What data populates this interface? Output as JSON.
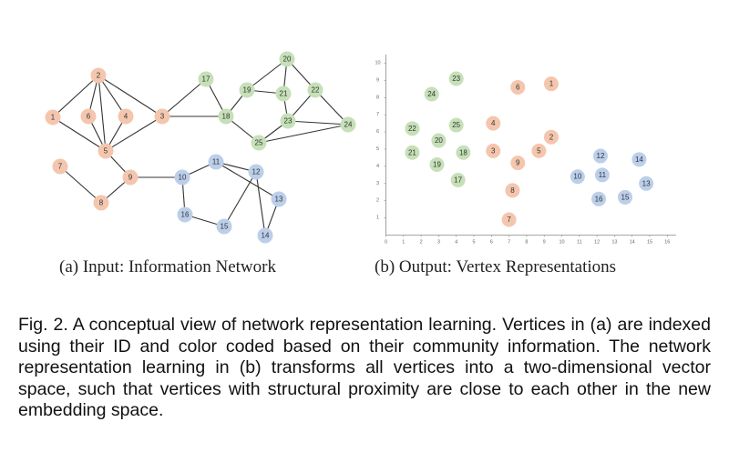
{
  "colors": {
    "orange": "#f4c6ae",
    "green": "#c6e0b8",
    "blue": "#bccfea",
    "edge": "#333333",
    "axis": "#888888"
  },
  "network": {
    "nodes": [
      {
        "id": "1",
        "c": "orange"
      },
      {
        "id": "2",
        "c": "orange"
      },
      {
        "id": "3",
        "c": "orange"
      },
      {
        "id": "4",
        "c": "orange"
      },
      {
        "id": "5",
        "c": "orange"
      },
      {
        "id": "6",
        "c": "orange"
      },
      {
        "id": "7",
        "c": "orange"
      },
      {
        "id": "8",
        "c": "orange"
      },
      {
        "id": "9",
        "c": "orange"
      },
      {
        "id": "10",
        "c": "blue"
      },
      {
        "id": "11",
        "c": "blue"
      },
      {
        "id": "12",
        "c": "blue"
      },
      {
        "id": "13",
        "c": "blue"
      },
      {
        "id": "14",
        "c": "blue"
      },
      {
        "id": "15",
        "c": "blue"
      },
      {
        "id": "16",
        "c": "blue"
      },
      {
        "id": "17",
        "c": "green"
      },
      {
        "id": "18",
        "c": "green"
      },
      {
        "id": "19",
        "c": "green"
      },
      {
        "id": "20",
        "c": "green"
      },
      {
        "id": "21",
        "c": "green"
      },
      {
        "id": "22",
        "c": "green"
      },
      {
        "id": "23",
        "c": "green"
      },
      {
        "id": "24",
        "c": "green"
      },
      {
        "id": "25",
        "c": "green"
      }
    ],
    "edges": [
      [
        "1",
        "2"
      ],
      [
        "1",
        "5"
      ],
      [
        "2",
        "6"
      ],
      [
        "2",
        "4"
      ],
      [
        "2",
        "5"
      ],
      [
        "2",
        "3"
      ],
      [
        "6",
        "5"
      ],
      [
        "4",
        "5"
      ],
      [
        "3",
        "5"
      ],
      [
        "5",
        "9"
      ],
      [
        "7",
        "8"
      ],
      [
        "8",
        "9"
      ],
      [
        "9",
        "10"
      ],
      [
        "3",
        "17"
      ],
      [
        "3",
        "18"
      ],
      [
        "17",
        "18"
      ],
      [
        "18",
        "19"
      ],
      [
        "18",
        "25"
      ],
      [
        "19",
        "20"
      ],
      [
        "19",
        "21"
      ],
      [
        "20",
        "21"
      ],
      [
        "20",
        "22"
      ],
      [
        "21",
        "23"
      ],
      [
        "22",
        "23"
      ],
      [
        "22",
        "24"
      ],
      [
        "23",
        "24"
      ],
      [
        "23",
        "25"
      ],
      [
        "25",
        "24"
      ],
      [
        "10",
        "11"
      ],
      [
        "10",
        "16"
      ],
      [
        "11",
        "12"
      ],
      [
        "11",
        "13"
      ],
      [
        "12",
        "15"
      ],
      [
        "12",
        "14"
      ],
      [
        "16",
        "15"
      ],
      [
        "13",
        "14"
      ]
    ]
  },
  "embedding": {
    "x_ticks": [
      "0",
      "1",
      "2",
      "3",
      "4",
      "5",
      "6",
      "7",
      "8",
      "9",
      "10",
      "11",
      "12",
      "13",
      "14",
      "15",
      "16"
    ],
    "y_ticks": [
      "1",
      "2",
      "3",
      "4",
      "5",
      "6",
      "7",
      "8",
      "9",
      "10"
    ],
    "xlim": [
      0,
      16.5
    ],
    "ylim": [
      0,
      10.5
    ],
    "points": [
      {
        "id": "1",
        "x": 9.4,
        "y": 8.8,
        "c": "orange"
      },
      {
        "id": "2",
        "x": 9.4,
        "y": 5.7,
        "c": "orange"
      },
      {
        "id": "3",
        "x": 6.1,
        "y": 4.9,
        "c": "orange"
      },
      {
        "id": "4",
        "x": 6.1,
        "y": 6.5,
        "c": "orange"
      },
      {
        "id": "5",
        "x": 8.7,
        "y": 4.9,
        "c": "orange"
      },
      {
        "id": "6",
        "x": 7.5,
        "y": 8.6,
        "c": "orange"
      },
      {
        "id": "7",
        "x": 7.0,
        "y": 0.9,
        "c": "orange"
      },
      {
        "id": "8",
        "x": 7.2,
        "y": 2.6,
        "c": "orange"
      },
      {
        "id": "9",
        "x": 7.5,
        "y": 4.2,
        "c": "orange"
      },
      {
        "id": "10",
        "x": 10.9,
        "y": 3.4,
        "c": "blue"
      },
      {
        "id": "11",
        "x": 12.3,
        "y": 3.5,
        "c": "blue"
      },
      {
        "id": "12",
        "x": 12.2,
        "y": 4.6,
        "c": "blue"
      },
      {
        "id": "13",
        "x": 14.8,
        "y": 3.0,
        "c": "blue"
      },
      {
        "id": "14",
        "x": 14.4,
        "y": 4.4,
        "c": "blue"
      },
      {
        "id": "15",
        "x": 13.6,
        "y": 2.2,
        "c": "blue"
      },
      {
        "id": "16",
        "x": 12.1,
        "y": 2.1,
        "c": "blue"
      },
      {
        "id": "17",
        "x": 4.1,
        "y": 3.2,
        "c": "green"
      },
      {
        "id": "18",
        "x": 4.4,
        "y": 4.8,
        "c": "green"
      },
      {
        "id": "19",
        "x": 2.9,
        "y": 4.1,
        "c": "green"
      },
      {
        "id": "20",
        "x": 3.0,
        "y": 5.5,
        "c": "green"
      },
      {
        "id": "21",
        "x": 1.5,
        "y": 4.8,
        "c": "green"
      },
      {
        "id": "22",
        "x": 1.5,
        "y": 6.2,
        "c": "green"
      },
      {
        "id": "23",
        "x": 4.0,
        "y": 9.1,
        "c": "green"
      },
      {
        "id": "24",
        "x": 2.6,
        "y": 8.2,
        "c": "green"
      },
      {
        "id": "25",
        "x": 4.0,
        "y": 6.4,
        "c": "green"
      }
    ]
  },
  "subcaption_a": "(a) Input: Information Network",
  "subcaption_b": "(b) Output: Vertex Representations",
  "caption": "Fig. 2. A conceptual view of network representation learning. Vertices in (a) are indexed using their ID and color coded based on their community information. The network representation learning in (b) transforms all vertices into a two-dimensional vector space, such that vertices with structural proximity are close to each other in the new embedding space."
}
